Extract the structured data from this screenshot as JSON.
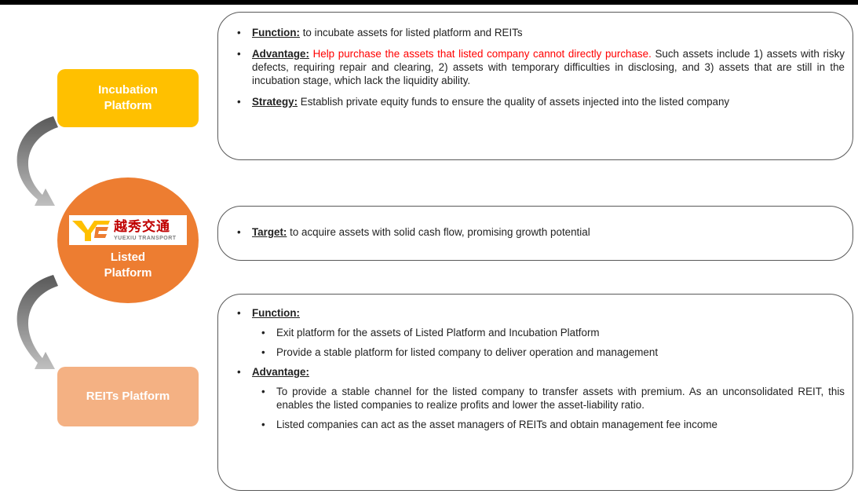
{
  "nodes": {
    "incubation": {
      "line1": "Incubation",
      "line2": "Platform",
      "color": "#ffc000"
    },
    "listed": {
      "logo_cn": "越秀交通",
      "logo_en": "YUEXIU TRANSPORT",
      "line1": "Listed",
      "line2": "Platform",
      "color": "#ed7d31"
    },
    "reits": {
      "label": "REITs Platform",
      "color": "#f4b183"
    }
  },
  "boxes": {
    "incubation": {
      "function_label": "Function:",
      "function_text": " to incubate assets for listed platform and REITs",
      "advantage_label": "Advantage:",
      "advantage_red": " Help purchase the assets that listed company cannot directly purchase.",
      "advantage_text": " Such assets include 1) assets with risky defects, requiring repair and clearing, 2) assets with temporary difficulties in disclosing, and 3) assets that are still in the incubation stage, which lack the liquidity ability.",
      "strategy_label": "Strategy:",
      "strategy_text": " Establish private equity funds to ensure the quality of assets injected into the listed company"
    },
    "listed": {
      "target_label": "Target:",
      "target_text": " to acquire assets with solid cash flow, promising growth potential"
    },
    "reits": {
      "function_label": "Function:",
      "function_items": [
        "Exit platform for the assets of Listed Platform and Incubation Platform",
        "Provide a stable platform for listed company to deliver operation and management"
      ],
      "advantage_label": "Advantage:",
      "advantage_items": [
        "To provide a stable channel for the listed company to transfer assets with premium. As an unconsolidated REIT, this enables the listed companies to realize profits and lower the asset-liability ratio.",
        "Listed companies can act as the asset managers of REITs and obtain management fee income"
      ]
    }
  },
  "colors": {
    "arrow": "#a6a6a6",
    "highlight": "#ff0000",
    "border": "#595959"
  }
}
